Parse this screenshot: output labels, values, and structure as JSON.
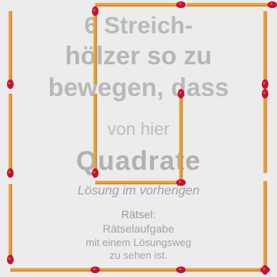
{
  "puzzle": {
    "match_colors": {
      "stick": "#e9a23c",
      "stick_shade": "#c9852a",
      "head": "#c8102e",
      "head_highlight": "#ef4a55"
    },
    "background_color": "#ececec"
  },
  "background_text": {
    "line1": "6 Streich-",
    "line2": "hölzer so zu",
    "line3": "bewegen, dass",
    "line4": "von hier",
    "line5": "Quadrate",
    "line6": "Lösung im vorherigen",
    "line7": "Rätsel:",
    "line8": "Rätselaufgabe",
    "line9": "mit einem Lösungsweg",
    "line10": "zu sehen ist."
  }
}
